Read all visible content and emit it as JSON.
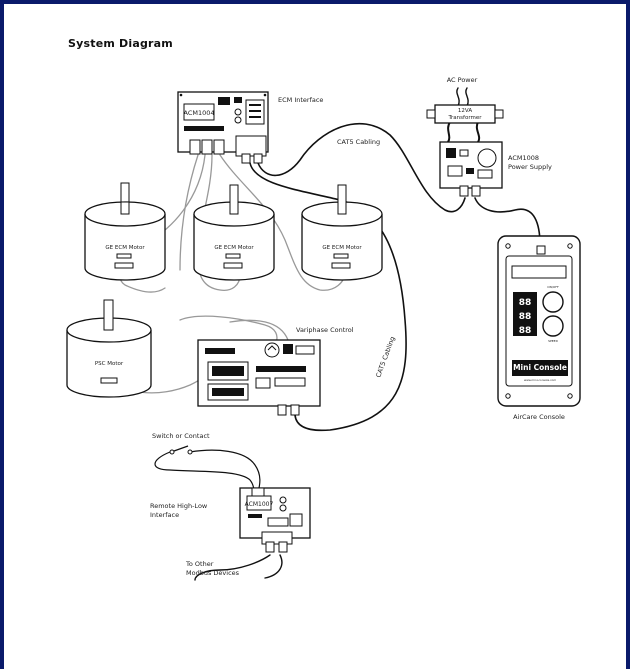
{
  "page": {
    "title": "System Diagram"
  },
  "labels": {
    "ecm_interface": "ECM Interface",
    "acm1004": "ACM1004",
    "cat5_cabling_top": "CAT5 Cabling",
    "ac_power": "AC Power",
    "transformer_line1": "12VA",
    "transformer_line2": "Transformer",
    "acm1008": "ACM1008",
    "power_supply": "Power Supply",
    "ge_ecm_motor_1": "GE ECM Motor",
    "ge_ecm_motor_2": "GE ECM Motor",
    "ge_ecm_motor_3": "GE ECM Motor",
    "psc_motor": "PSC Motor",
    "variphase_control": "Variphase Control",
    "cat5_cabling_side": "CAT5 Cabling",
    "mini_console": "Mini Console",
    "console_url": "www.mini-console.com",
    "console_label_1": "ON/OFF",
    "console_label_2": "SPEED",
    "digit_1": "88",
    "digit_2": "88",
    "digit_3": "88",
    "aircare_console": "AirCare Console",
    "switch_or_contact": "Switch or Contact",
    "acm1007": "ACM1007",
    "remote_line1": "Remote High-Low",
    "remote_line2": "Interface",
    "other_line1": "To Other",
    "other_line2": "Modbus Devices"
  },
  "colors": {
    "frame_border": "#0a1a6b",
    "line": "#111111",
    "cable_gray": "#999999"
  }
}
